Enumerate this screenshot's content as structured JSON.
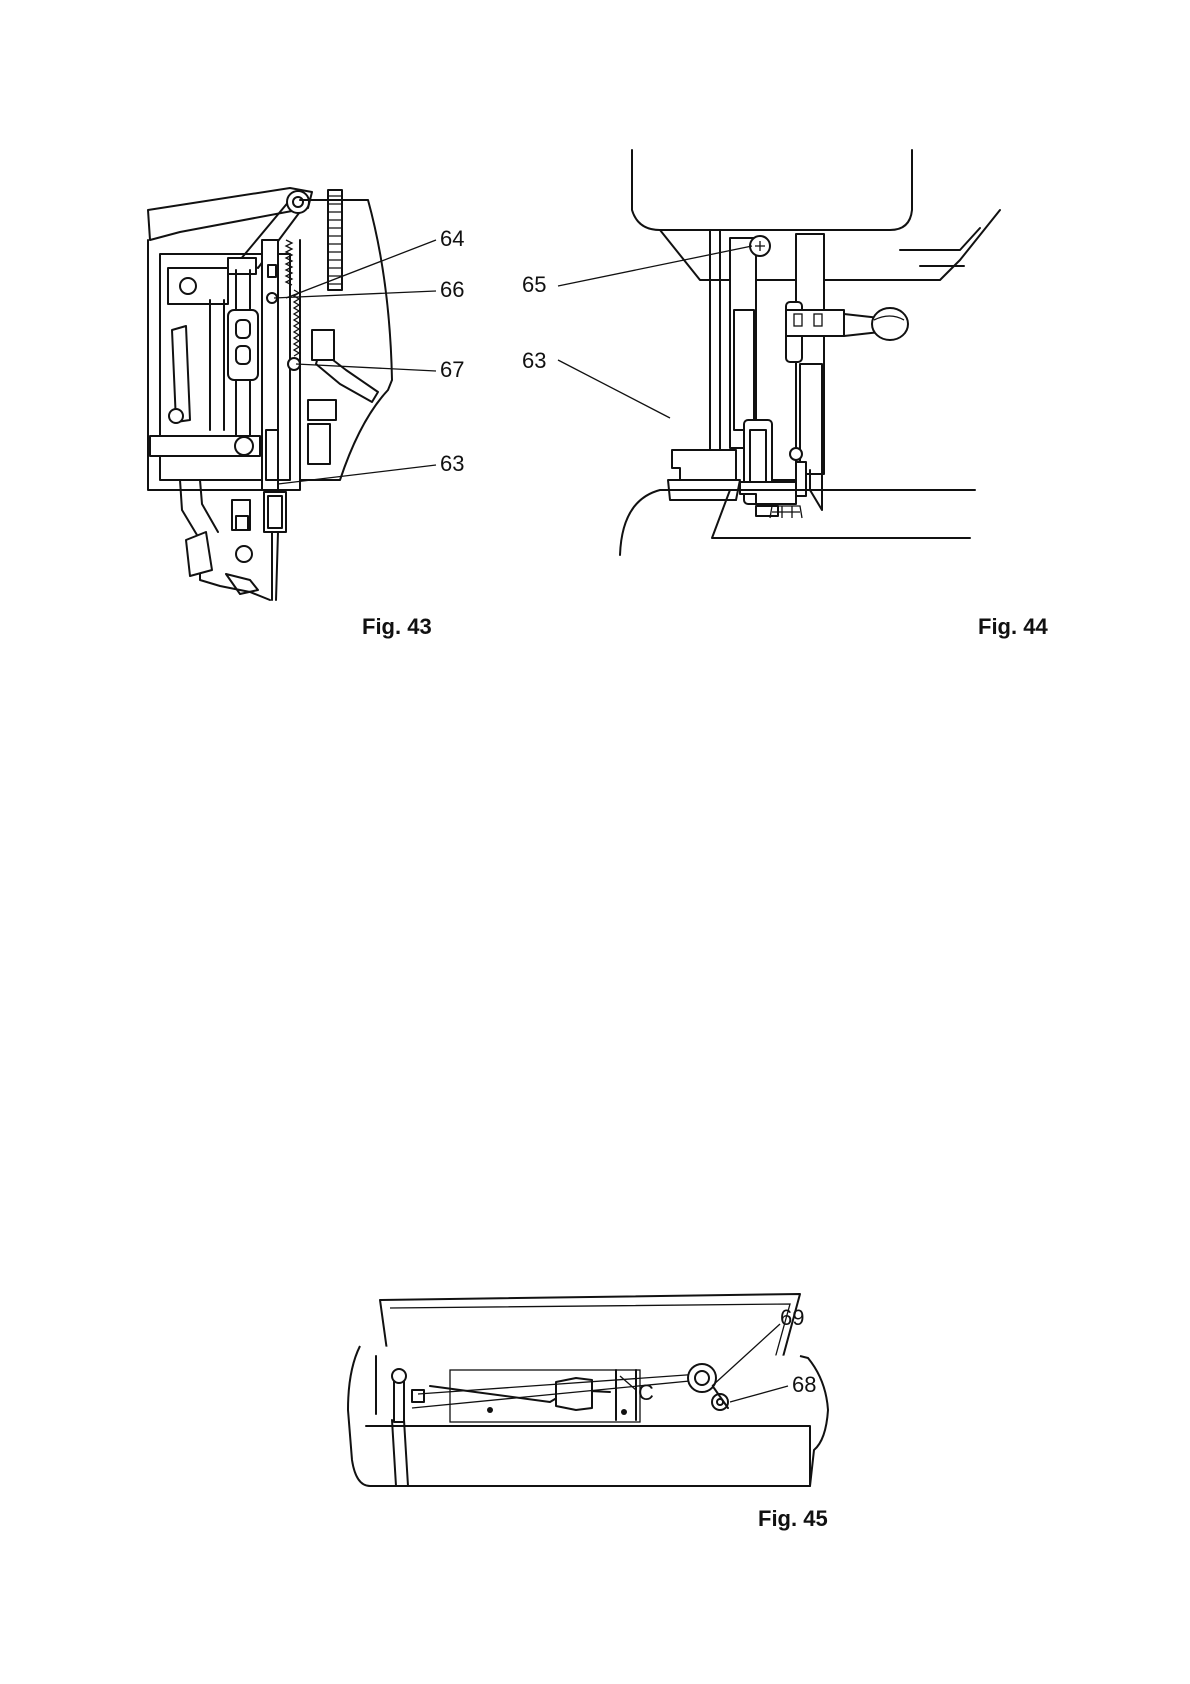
{
  "figures": [
    {
      "id": "fig43",
      "caption": "Fig. 43",
      "callouts": [
        "64",
        "66",
        "67",
        "63"
      ]
    },
    {
      "id": "fig44",
      "caption": "Fig. 44",
      "callouts": [
        "65",
        "63"
      ]
    },
    {
      "id": "fig45",
      "caption": "Fig. 45",
      "callouts": [
        "69",
        "68",
        "C"
      ]
    }
  ]
}
